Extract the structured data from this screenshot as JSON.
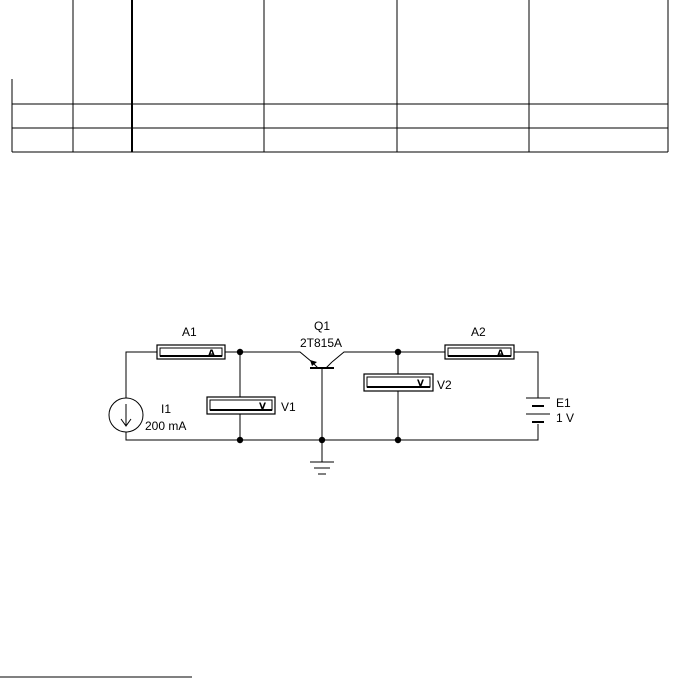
{
  "components": {
    "ammeter_a1": {
      "name": "A1",
      "meter_symbol": "A"
    },
    "ammeter_a2": {
      "name": "A2",
      "meter_symbol": "A"
    },
    "voltmeter_v1": {
      "name": "V1",
      "meter_symbol": "V"
    },
    "voltmeter_v2": {
      "name": "V2",
      "meter_symbol": "V"
    },
    "transistor_q1": {
      "name": "Q1",
      "model": "2T815A"
    },
    "current_source_i1": {
      "name": "I1",
      "value": "200 mA"
    },
    "battery_e1": {
      "name": "E1",
      "value": "1 V"
    }
  },
  "table": {
    "rows": 3,
    "columns": 6,
    "cells": []
  }
}
